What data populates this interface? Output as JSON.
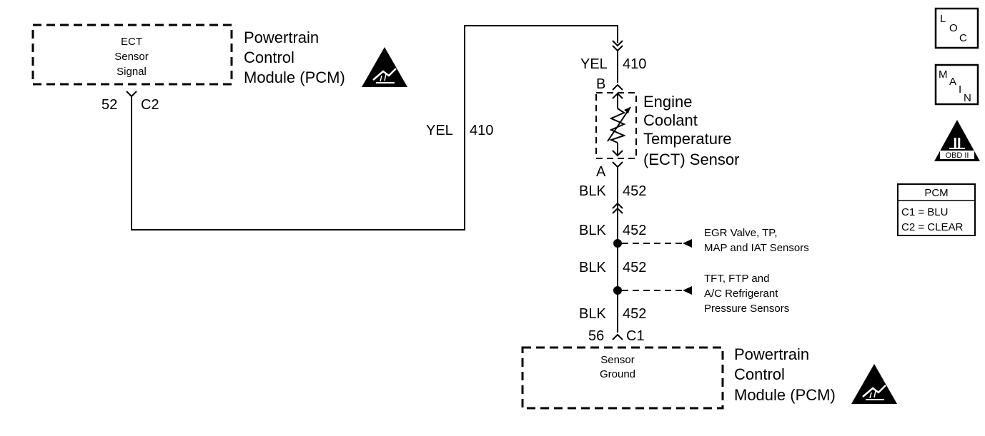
{
  "pcm_top": {
    "box_lines": [
      "ECT",
      "Sensor",
      "Signal"
    ],
    "title_lines": [
      "Powertrain",
      "Control",
      "Module (PCM)"
    ],
    "pin": "52",
    "connector": "C2"
  },
  "wire_left": {
    "color": "YEL",
    "circuit": "410"
  },
  "wire_top": {
    "color": "YEL",
    "circuit": "410"
  },
  "ect_sensor": {
    "pin_b": "B",
    "pin_a": "A",
    "title_lines": [
      "Engine",
      "Coolant",
      "Temperature",
      "(ECT) Sensor"
    ]
  },
  "ground_wires": [
    {
      "color": "BLK",
      "circuit": "452"
    },
    {
      "color": "BLK",
      "circuit": "452"
    },
    {
      "color": "BLK",
      "circuit": "452"
    },
    {
      "color": "BLK",
      "circuit": "452"
    }
  ],
  "splice_1": {
    "lines": [
      "EGR Valve, TP,",
      "MAP and IAT Sensors"
    ]
  },
  "splice_2": {
    "lines": [
      "TFT, FTP and",
      "A/C Refrigerant",
      "Pressure Sensors"
    ]
  },
  "pcm_bottom": {
    "pin": "56",
    "connector": "C1",
    "box_lines": [
      "Sensor",
      "Ground"
    ],
    "title_lines": [
      "Powertrain",
      "Control",
      "Module (PCM)"
    ]
  },
  "side_icons": {
    "loc": {
      "l1": "L",
      "l2": "O",
      "l3": "C"
    },
    "main": {
      "l1": "M",
      "l2": "A",
      "l3": "I",
      "l4": "N"
    },
    "obd": {
      "numeral": "II",
      "label": "OBD II"
    }
  },
  "pcm_legend": {
    "title": "PCM",
    "rows": [
      "C1 = BLU",
      "C2 = CLEAR"
    ]
  }
}
